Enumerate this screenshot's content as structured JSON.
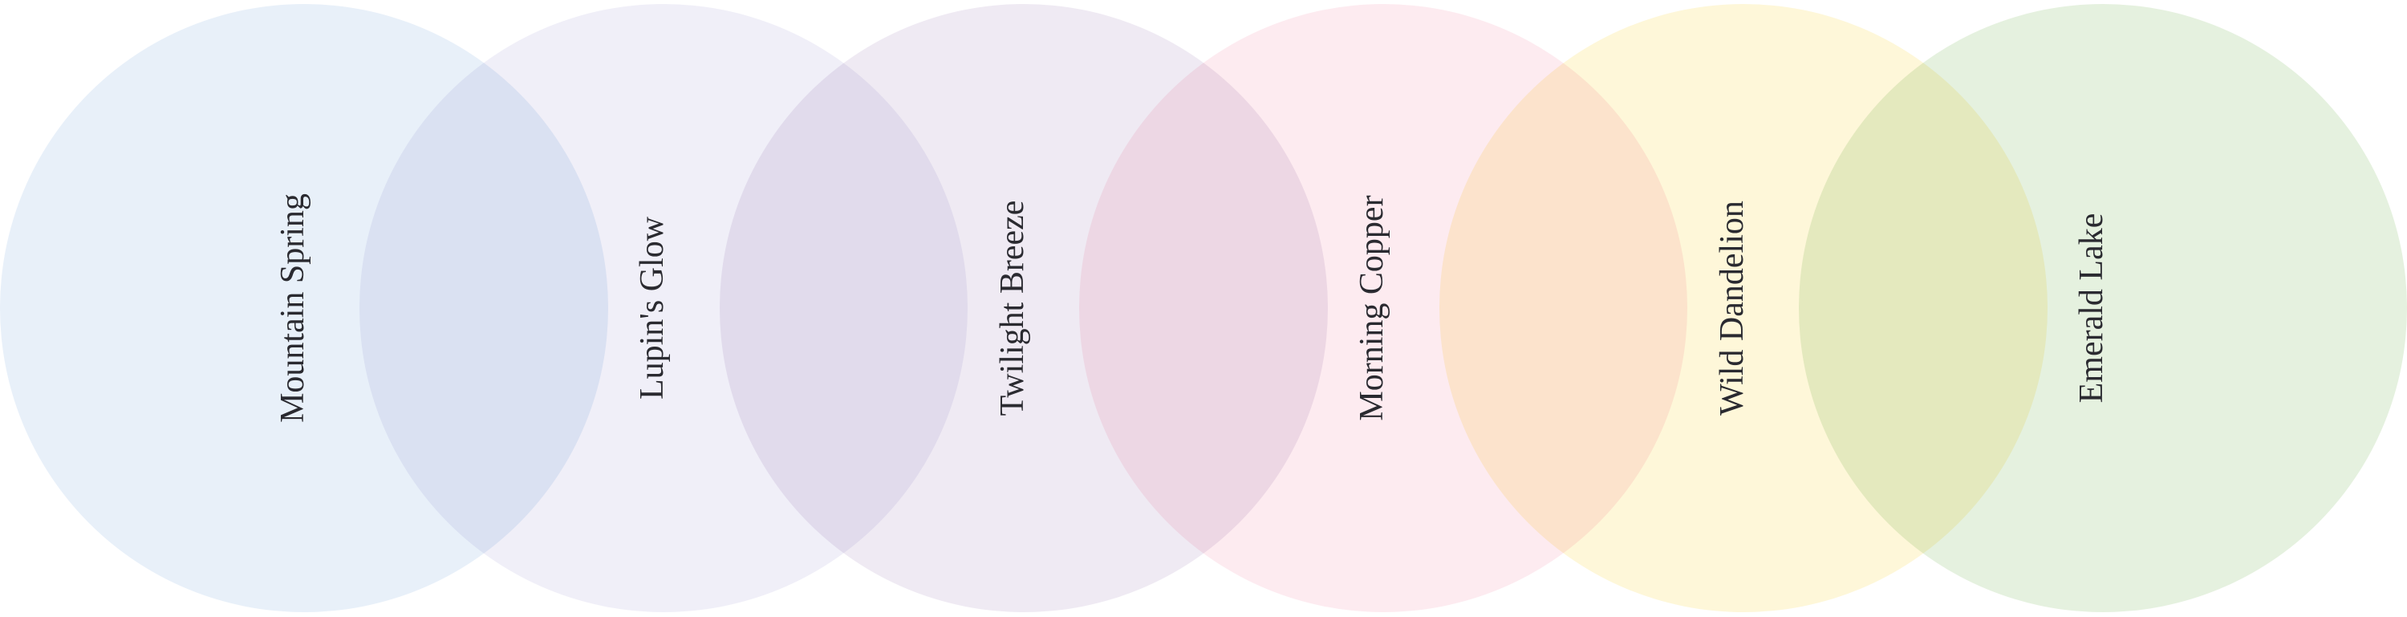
{
  "circles": [
    {
      "label": "Mountain Spring",
      "color": "#e8f0f9"
    },
    {
      "label": "Lupin's Glow",
      "color": "#f0eff8"
    },
    {
      "label": "Twilight Breeze",
      "color": "#efeaf3"
    },
    {
      "label": "Morning Copper",
      "color": "#fdebf0"
    },
    {
      "label": "Wild Dandelion",
      "color": "#fef7d9"
    },
    {
      "label": "Emerald Lake",
      "color": "#e5f1df"
    }
  ]
}
